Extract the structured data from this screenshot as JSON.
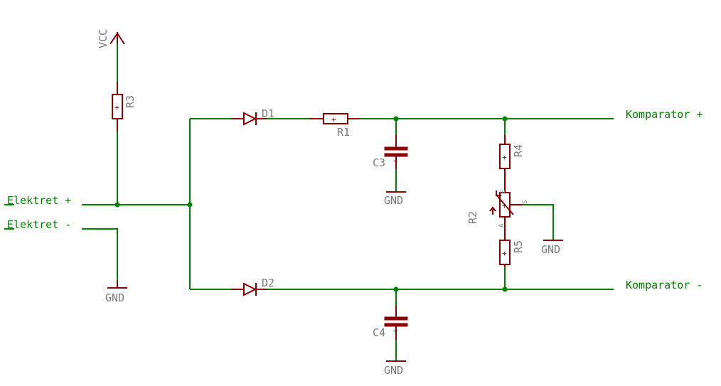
{
  "colors": {
    "wire": "#008000",
    "part": "#8b0000",
    "label": "#7a7a7a",
    "background": "#ffffff"
  },
  "parts": {
    "r1": "R1",
    "r2": "R2",
    "r3": "R3",
    "r4": "R4",
    "r5": "R5",
    "d1": "D1",
    "d2": "D2",
    "c3": "C3",
    "c4": "C4"
  },
  "supply": {
    "vcc": "VCC",
    "gnd": "GND"
  },
  "nets": {
    "elektret_plus": "Elektret +",
    "elektret_minus": "Elektret -",
    "komparator_plus": "Komparator +",
    "komparator_minus": "Komparator -"
  },
  "pot_pins": {
    "e": "E",
    "a": "A",
    "s": "S"
  },
  "plus_mark": "+"
}
